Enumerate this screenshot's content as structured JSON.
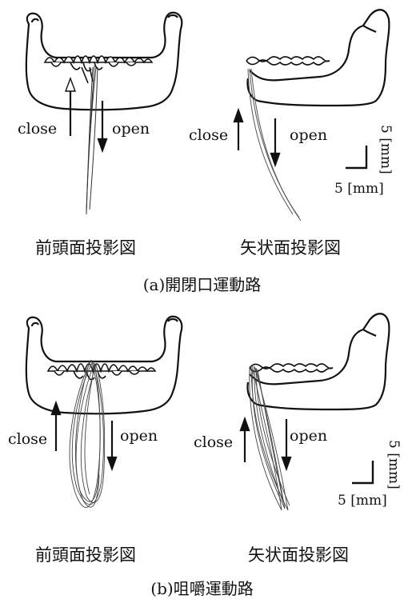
{
  "section_a": {
    "caption": "(a)開閉口運動路",
    "frontal": {
      "close": "close",
      "open": "open",
      "caption": "前頭面投影図"
    },
    "sagittal": {
      "close": "close",
      "open": "open",
      "caption": "矢状面投影図"
    },
    "scale": {
      "vertical": "5 [mm]",
      "horizontal": "5 [mm]"
    }
  },
  "section_b": {
    "caption": "(b)咀嚼運動路",
    "frontal": {
      "close": "close",
      "open": "open",
      "caption": "前頭面投影図"
    },
    "sagittal": {
      "close": "close",
      "open": "open",
      "caption": "矢状面投影図"
    },
    "scale": {
      "vertical": "5 [mm]",
      "horizontal": "5 [mm]"
    }
  }
}
